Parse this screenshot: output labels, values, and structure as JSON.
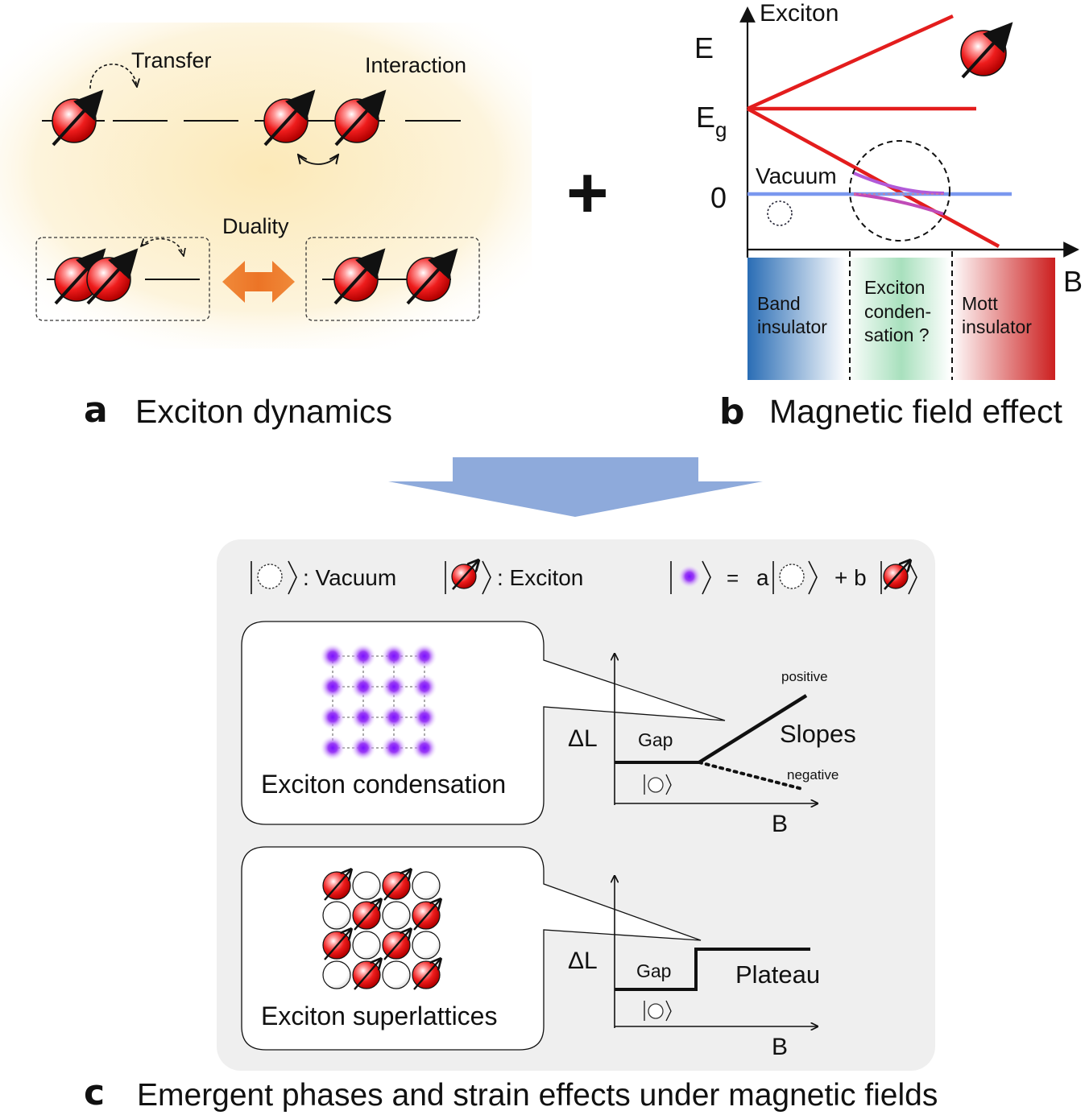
{
  "panel_a": {
    "letter": "a",
    "caption": "Exciton dynamics",
    "label_transfer": "Transfer",
    "label_interaction": "Interaction",
    "label_duality": "Duality"
  },
  "panel_b": {
    "letter": "b",
    "caption": "Magnetic field effect",
    "axis_y": "E",
    "axis_x": "B",
    "label_exciton": "Exciton",
    "label_eg": "E",
    "label_eg_sub": "g",
    "label_zero": "0",
    "label_vacuum": "Vacuum",
    "phase_1": [
      "Band",
      "insulator"
    ],
    "phase_2": [
      "Exciton",
      "conden-",
      "sation ?"
    ],
    "phase_3": [
      "Mott",
      "insulator"
    ]
  },
  "plus_symbol": "+",
  "panel_c": {
    "letter": "c",
    "caption": "Emergent phases and strain effects under magnetic fields",
    "legend_vacuum": ": Vacuum",
    "legend_exciton": ": Exciton",
    "legend_eq": "=",
    "legend_a": "a",
    "legend_plus_b": "+ b",
    "box1_title": "Exciton condensation",
    "box2_title": "Exciton superlattices",
    "graph1": {
      "ylabel": "ΔL",
      "xlabel": "B",
      "gap": "Gap",
      "main": "Slopes",
      "positive": "positive",
      "negative": "negative"
    },
    "graph2": {
      "ylabel": "ΔL",
      "xlabel": "B",
      "gap": "Gap",
      "main": "Plateau"
    }
  },
  "colors": {
    "spin_red": "#e8141a",
    "line_red": "#e31d1d",
    "vacuum_blue": "#7a98ef",
    "purple": "#8a2be2",
    "arrow_blue": "#8eaadb",
    "duality_orange": "#ee7a2e",
    "panel_gray": "#efefef"
  }
}
